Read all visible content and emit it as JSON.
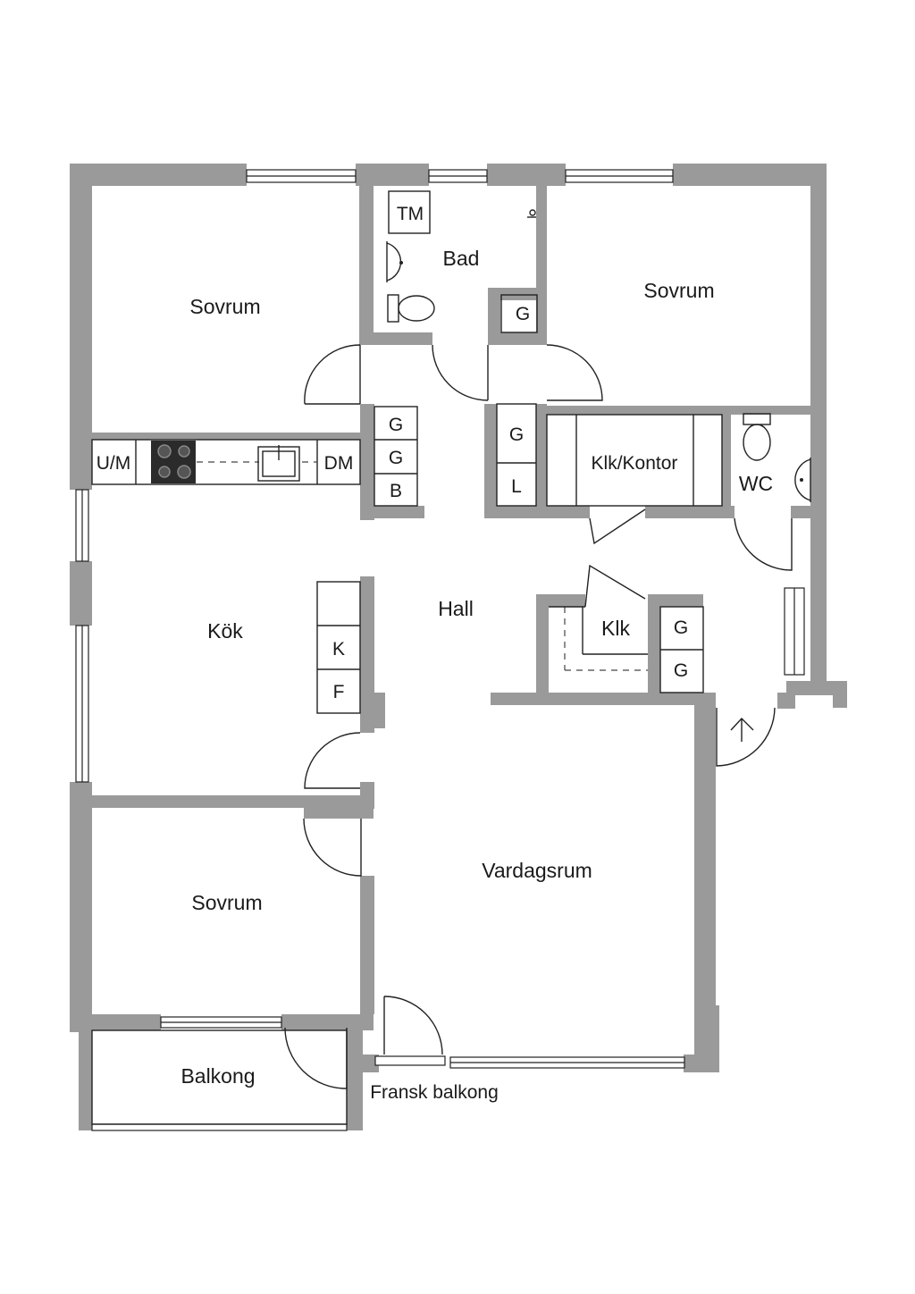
{
  "rooms": {
    "sovrum_top_left": "Sovrum",
    "bad": "Bad",
    "sovrum_top_right": "Sovrum",
    "klk_kontor": "Klk/Kontor",
    "wc": "WC",
    "kok": "Kök",
    "hall": "Hall",
    "klk": "Klk",
    "sovrum_bottom": "Sovrum",
    "vardagsrum": "Vardagsrum",
    "balkong": "Balkong",
    "fransk_balkong": "Fransk balkong"
  },
  "fixtures": {
    "tm": "TM",
    "bad_g": "G",
    "kitchen_um": "U/M",
    "kitchen_dm": "DM",
    "hall_g1": "G",
    "hall_g2": "G",
    "hall_b": "B",
    "hall_g3": "G",
    "hall_l": "L",
    "kok_k": "K",
    "kok_f": "F",
    "klk_g1": "G",
    "klk_g2": "G"
  },
  "colors": {
    "wall": "#9a9a9a",
    "line": "#222222",
    "stove": "#2b2b2b"
  }
}
